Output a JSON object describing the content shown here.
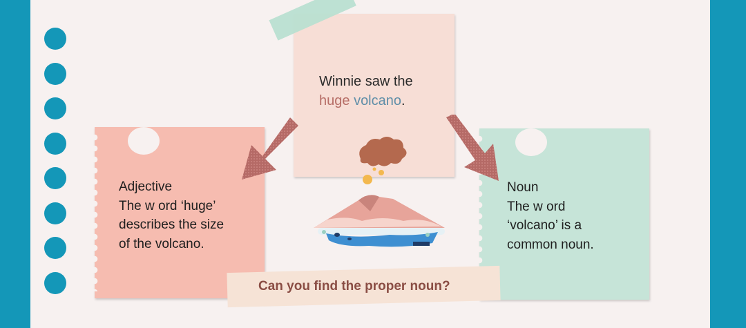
{
  "center_note": {
    "line1": "Winnie saw the",
    "word_adjective": "huge",
    "word_noun": "volcano",
    "period": "."
  },
  "left_note": {
    "heading": "Adjective",
    "line1": "The w ord ‘huge’",
    "line2": "describes the size",
    "line3": "of the volcano."
  },
  "right_note": {
    "heading": "Noun",
    "line1": "The w ord",
    "line2": "‘volcano’ is a",
    "line3": "common noun."
  },
  "banner": {
    "question": "Can you find the proper noun?"
  },
  "colors": {
    "frame": "#1497b8",
    "adjective": "#b66d66",
    "noun": "#5f8ea8",
    "arrow": "#b56a66"
  }
}
